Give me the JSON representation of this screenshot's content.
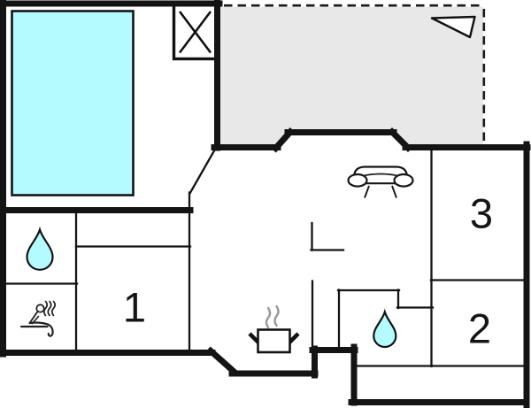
{
  "colors": {
    "wall": "#141414",
    "water": "#b4fbff",
    "terrace": "#e8e8e8",
    "steam": "#999999",
    "background": "#ffffff"
  },
  "rooms": [
    {
      "name": "room-1",
      "label": "1"
    },
    {
      "name": "room-2",
      "label": "2"
    },
    {
      "name": "room-3",
      "label": "3"
    }
  ],
  "icons": [
    {
      "name": "swimming-pool-icon"
    },
    {
      "name": "window-x-icon"
    },
    {
      "name": "north-arrow-icon"
    },
    {
      "name": "water-drop-icon"
    },
    {
      "name": "sauna-person-icon"
    },
    {
      "name": "sofa-icon"
    },
    {
      "name": "cooking-pot-icon"
    },
    {
      "name": "water-drop-icon-2"
    },
    {
      "name": "kitchen-counter-icon"
    }
  ]
}
